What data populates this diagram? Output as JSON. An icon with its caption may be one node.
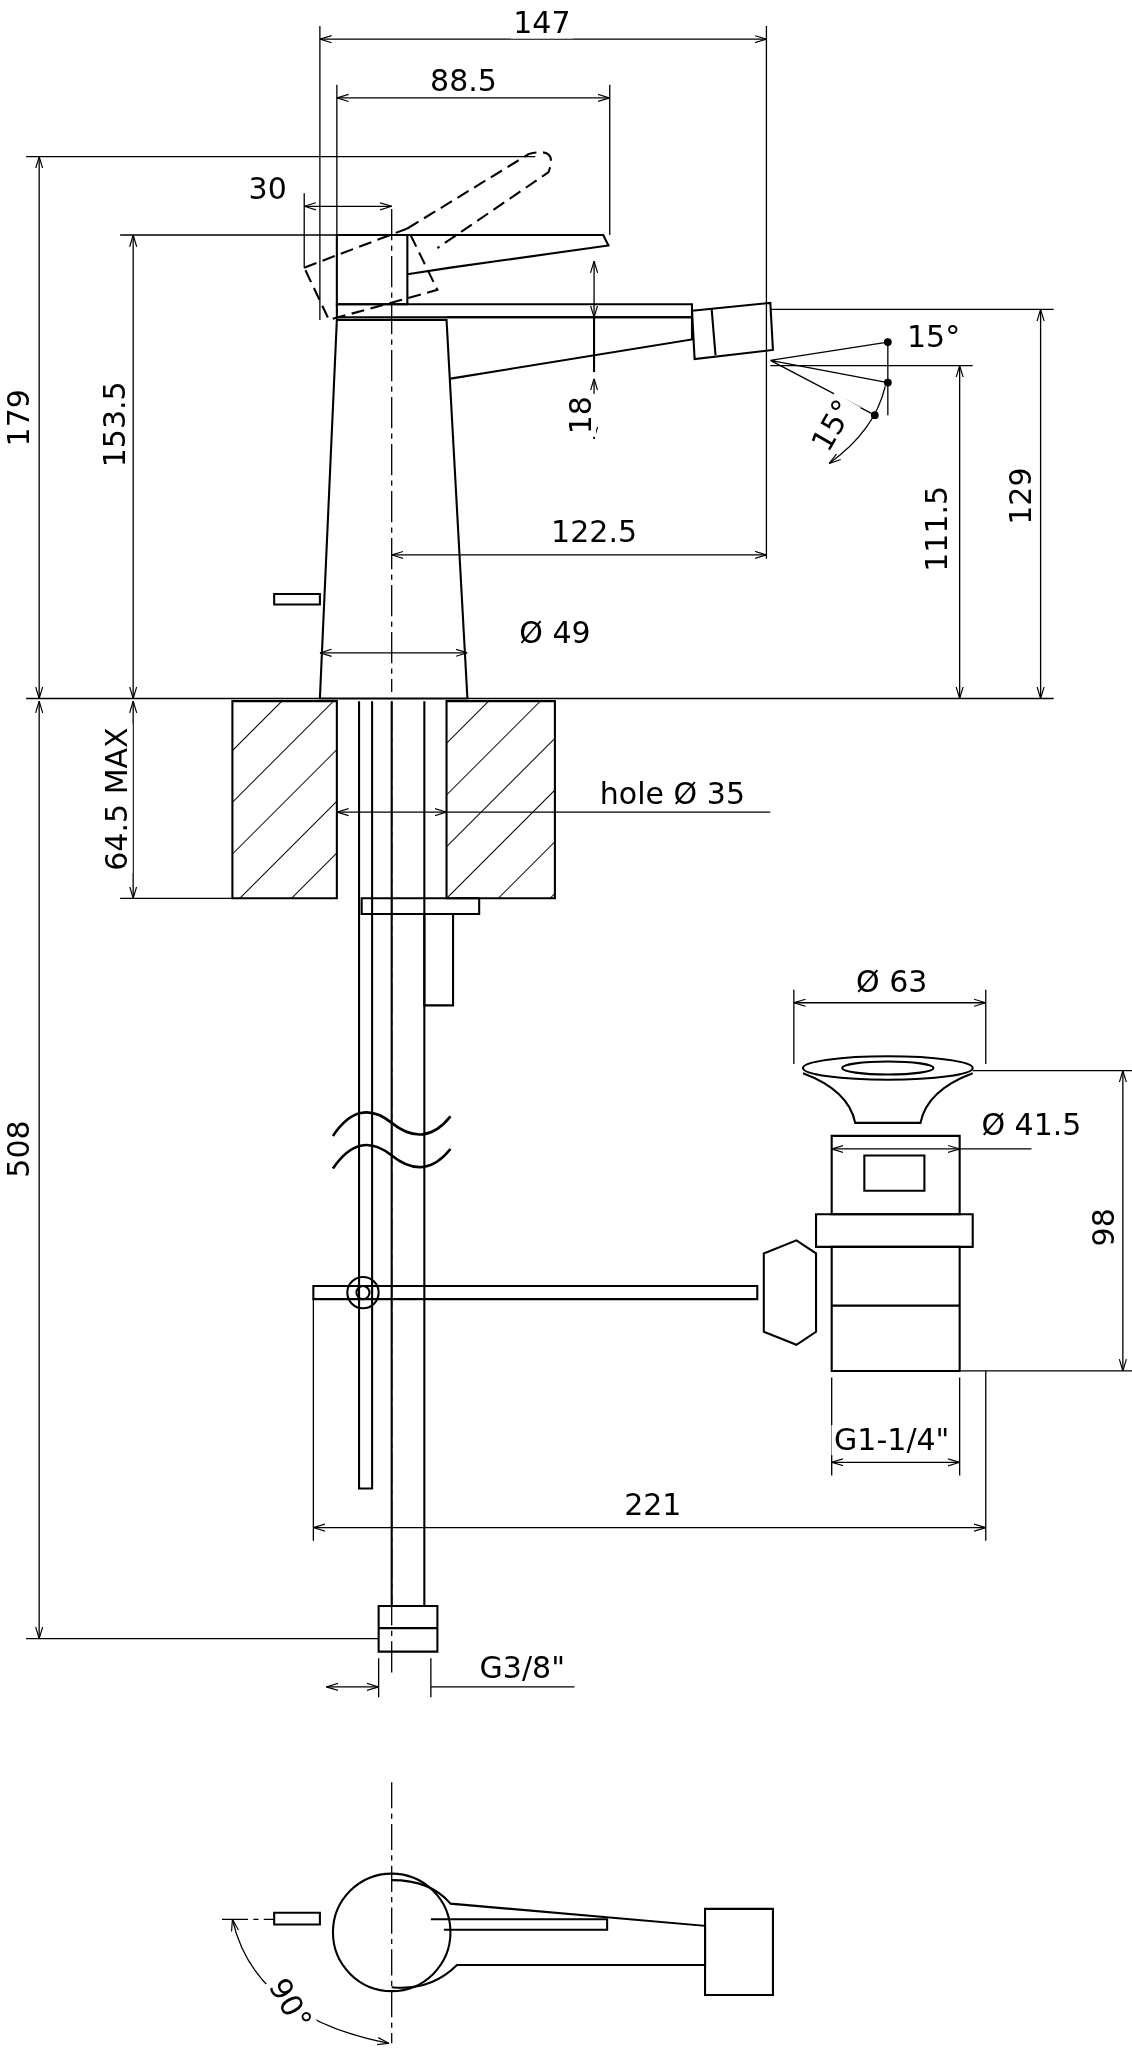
{
  "diagram": {
    "labels": [
      "147",
      "88.5",
      "30",
      "179",
      "153.5",
      "15°",
      "18",
      "15°",
      "111.5",
      "129",
      "122.5",
      "Ø 49",
      "64.5 MAX",
      "hole Ø 35",
      "Ø 63",
      "Ø 41.5",
      "508",
      "98",
      "G1-1/4\"",
      "221",
      "G3/8\"",
      "90°"
    ]
  }
}
